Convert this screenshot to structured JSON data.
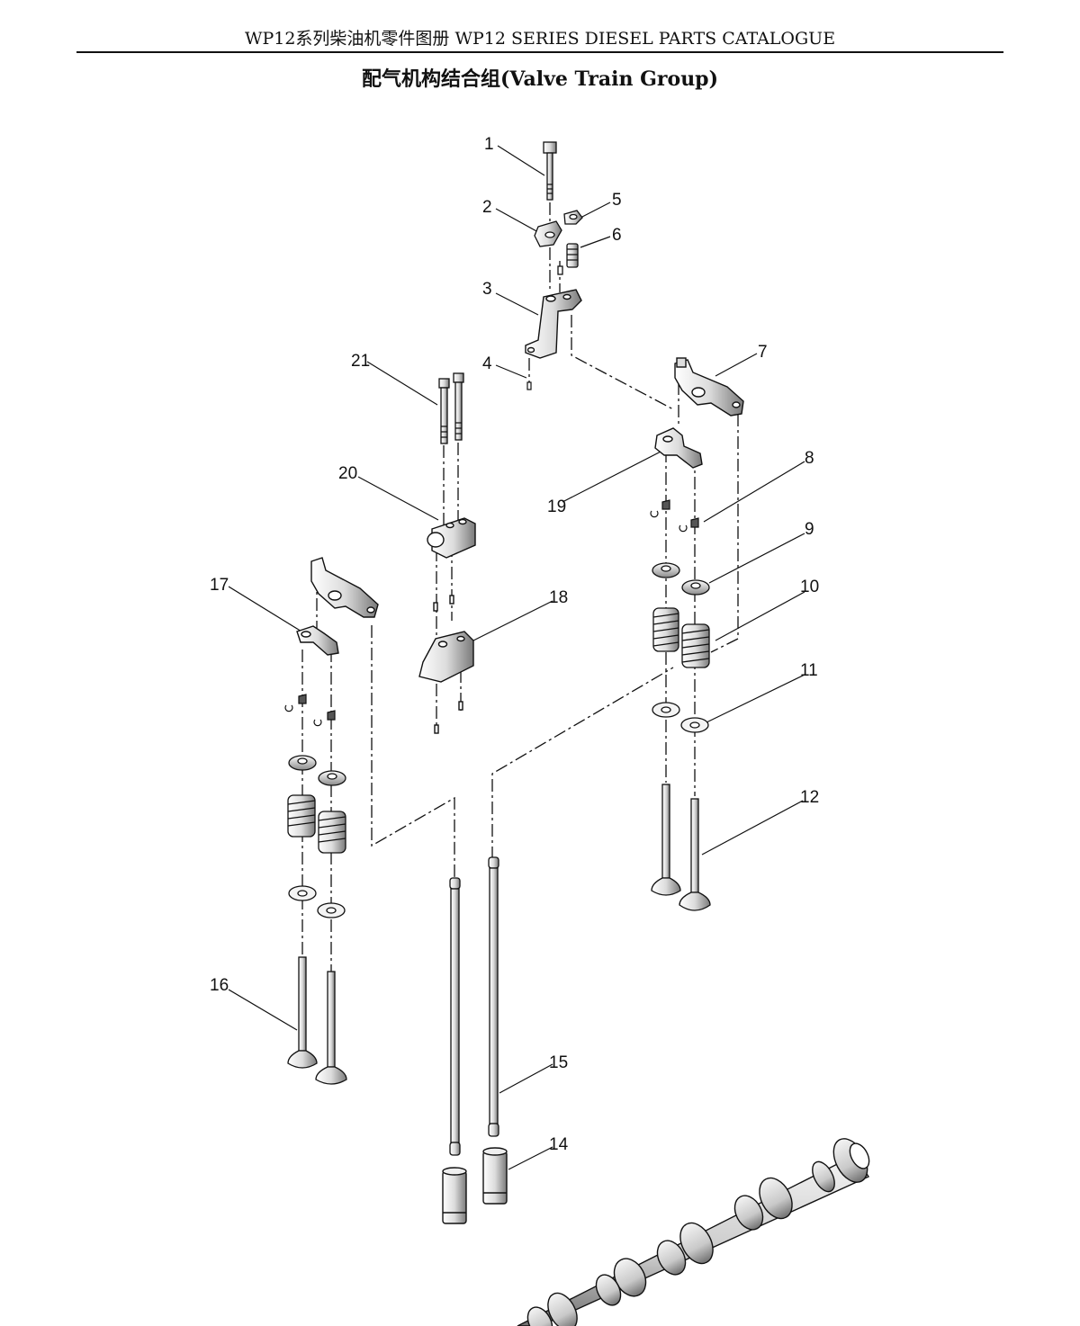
{
  "header": {
    "text": "WP12系列柴油机零件图册 WP12 SERIES DIESEL PARTS CATALOGUE"
  },
  "title": "配气机构结合组(Valve Train Group)",
  "callouts": [
    "1",
    "2",
    "3",
    "4",
    "5",
    "6",
    "7",
    "8",
    "9",
    "10",
    "11",
    "12",
    "14",
    "15",
    "16",
    "17",
    "18",
    "19",
    "20",
    "21"
  ]
}
